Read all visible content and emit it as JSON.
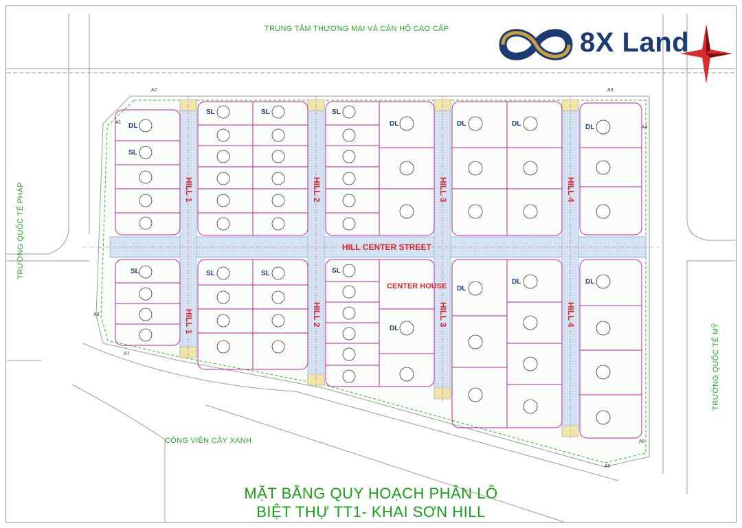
{
  "roads": {
    "top": "TRUNG TÂM THƯƠNG MẠI VÀ CĂN HỘ CAO CẤP",
    "left": "TRƯỜNG QUỐC TẾ PHÁP",
    "right": "TRƯỜNG QUỐC TẾ MỸ",
    "bottom_left": "CÔNG VIÊN CÂY XANH"
  },
  "streets": {
    "center": "HILL CENTER STREET",
    "center_house": "CENTER HOUSE",
    "hill1": "HILL 1",
    "hill2": "HILL 2",
    "hill3": "HILL 3",
    "hill4": "HILL 4"
  },
  "lot_types": {
    "sl": "SL",
    "dl": "DL"
  },
  "title": {
    "line1": "MẶT BẰNG QUY HOẠCH PHÂN LÔ",
    "line2": "BIỆT THỰ TT1- KHAI SƠN HILL"
  },
  "brand": {
    "name": "8X Land",
    "logo_icon": "infinity-logo-icon",
    "star_icon": "compass-star-icon"
  },
  "corners": [
    "A1",
    "A2",
    "A3",
    "A4",
    "A5",
    "A6",
    "A7",
    "A8"
  ],
  "colors": {
    "plot_line": "#c0209a",
    "road_fill": "#cfe2f3",
    "label": "#22aa22",
    "street_text": "#e0242c",
    "brand": "#1d3b73"
  }
}
